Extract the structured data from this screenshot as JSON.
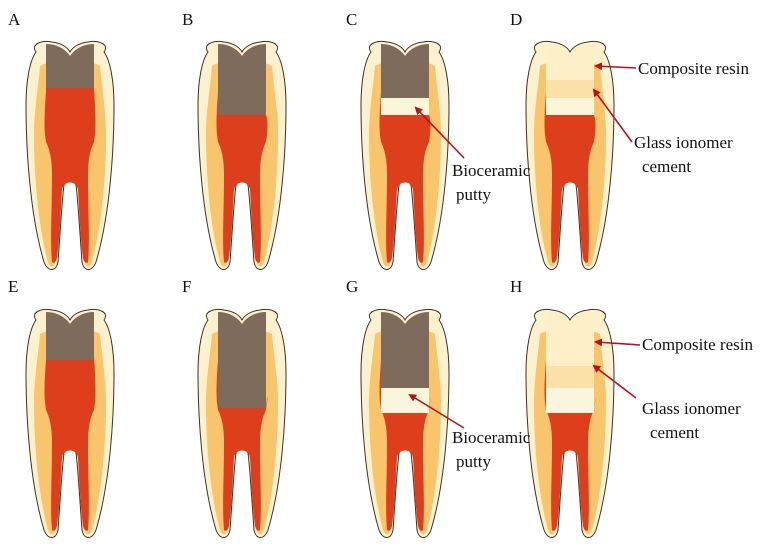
{
  "colors": {
    "enamel": "#fbf1cf",
    "enamel_stroke": "#3a3226",
    "dentin": "#f8c56d",
    "dentin_dark": "#f1b85a",
    "pulp": "#dd3e1c",
    "caries": "#7f6b5b",
    "bioceramic": "#f9f6dc",
    "gic": "#fbe1a8",
    "resin": "#fdf0c9",
    "arrow": "#b3121b"
  },
  "panels": [
    {
      "label": "A",
      "stage": "cavity-exposed"
    },
    {
      "label": "B",
      "stage": "cavity-deep"
    },
    {
      "label": "C",
      "stage": "bioceramic-placed"
    },
    {
      "label": "D",
      "stage": "restored"
    },
    {
      "label": "E",
      "stage": "cavity-exposed"
    },
    {
      "label": "F",
      "stage": "cavity-deep"
    },
    {
      "label": "G",
      "stage": "bioceramic-placed"
    },
    {
      "label": "H",
      "stage": "restored"
    }
  ],
  "annotations": {
    "composite_resin": "Composite resin",
    "glass_ionomer_line1": "Glass ionomer",
    "glass_ionomer_line2": "cement",
    "bioceramic_line1": "Bioceramic",
    "bioceramic_line2": "putty"
  }
}
